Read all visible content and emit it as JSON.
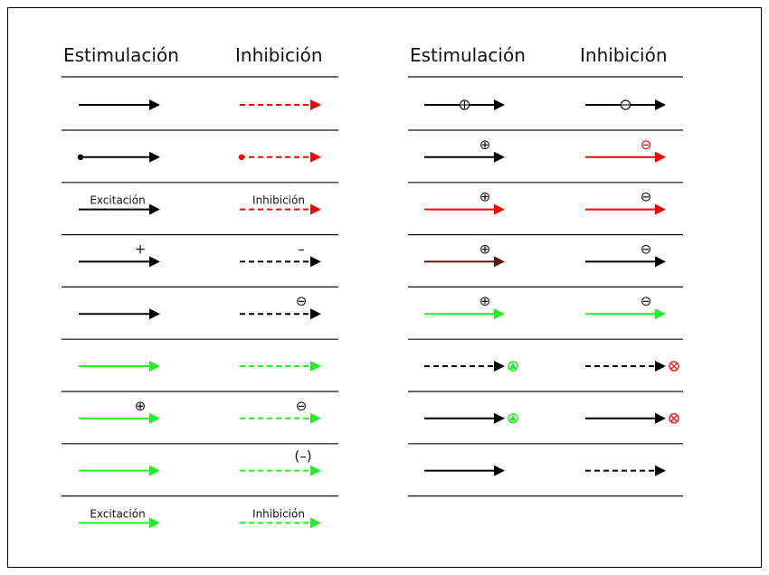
{
  "headers": {
    "left_stim": "Estimulación",
    "left_inhib": "Inhibición",
    "right_stim": "Estimulación",
    "right_inhib": "Inhibición"
  },
  "colors": {
    "black": "#000000",
    "red": "#ff0000",
    "green": "#22ee22",
    "brown": "#5a1a0a",
    "circle_red": "#ff2222"
  },
  "left_rows": [
    {
      "stim": {
        "color": "black",
        "dashed": false
      },
      "inhib": {
        "color": "red",
        "dashed": true
      }
    },
    {
      "stim": {
        "color": "black",
        "dashed": false,
        "dot": true
      },
      "inhib": {
        "color": "red",
        "dashed": true,
        "dot": true
      }
    },
    {
      "stim": {
        "color": "black",
        "dashed": false,
        "label": "Excitación"
      },
      "inhib": {
        "color": "red",
        "dashed": true,
        "label": "Inhibición"
      }
    },
    {
      "stim": {
        "color": "black",
        "dashed": false,
        "symbol": "+"
      },
      "inhib": {
        "color": "black",
        "dashed": true,
        "symbol": "–"
      }
    },
    {
      "stim": {
        "color": "black",
        "dashed": false
      },
      "inhib": {
        "color": "black",
        "dashed": true,
        "symbol": "⊖"
      }
    },
    {
      "stim": {
        "color": "green",
        "dashed": false
      },
      "inhib": {
        "color": "green",
        "dashed": true
      }
    },
    {
      "stim": {
        "color": "green",
        "dashed": false,
        "symbol": "⊕"
      },
      "inhib": {
        "color": "green",
        "dashed": true,
        "symbol": "⊖"
      }
    },
    {
      "stim": {
        "color": "green",
        "dashed": false
      },
      "inhib": {
        "color": "green",
        "dashed": true,
        "symbol": "(–)"
      }
    },
    {
      "stim": {
        "color": "green",
        "dashed": false,
        "label": "Excitación"
      },
      "inhib": {
        "color": "green",
        "dashed": true,
        "label": "Inhibición"
      }
    }
  ],
  "right_rows": [
    {
      "stim": {
        "color": "black",
        "dashed": false,
        "mid_symbol": "⊕"
      },
      "inhib": {
        "color": "black",
        "dashed": false,
        "mid_symbol": "⊖"
      }
    },
    {
      "stim": {
        "color": "black",
        "dashed": false,
        "symbol": "⊕"
      },
      "inhib": {
        "color": "red",
        "dashed": false,
        "symbol": "⊖",
        "symbol_color": "red"
      }
    },
    {
      "stim": {
        "color": "red",
        "dashed": false,
        "symbol": "⊕"
      },
      "inhib": {
        "color": "red",
        "dashed": false,
        "symbol": "⊖"
      }
    },
    {
      "stim": {
        "color": "brown",
        "dashed": false,
        "symbol": "⊕"
      },
      "inhib": {
        "color": "black",
        "dashed": false,
        "symbol": "⊖"
      }
    },
    {
      "stim": {
        "color": "green",
        "dashed": false,
        "symbol": "⊕"
      },
      "inhib": {
        "color": "green",
        "dashed": false,
        "symbol": "⊖"
      }
    },
    {
      "stim": {
        "color": "black",
        "dashed": true,
        "end": "green-triangle-circle"
      },
      "inhib": {
        "color": "black",
        "dashed": true,
        "end": "red-x-circle"
      }
    },
    {
      "stim": {
        "color": "black",
        "dashed": false,
        "end": "green-triangle-circle"
      },
      "inhib": {
        "color": "black",
        "dashed": false,
        "end": "red-x-circle"
      }
    },
    {
      "stim": {
        "color": "black",
        "dashed": false
      },
      "inhib": {
        "color": "black",
        "dashed": true
      }
    }
  ]
}
